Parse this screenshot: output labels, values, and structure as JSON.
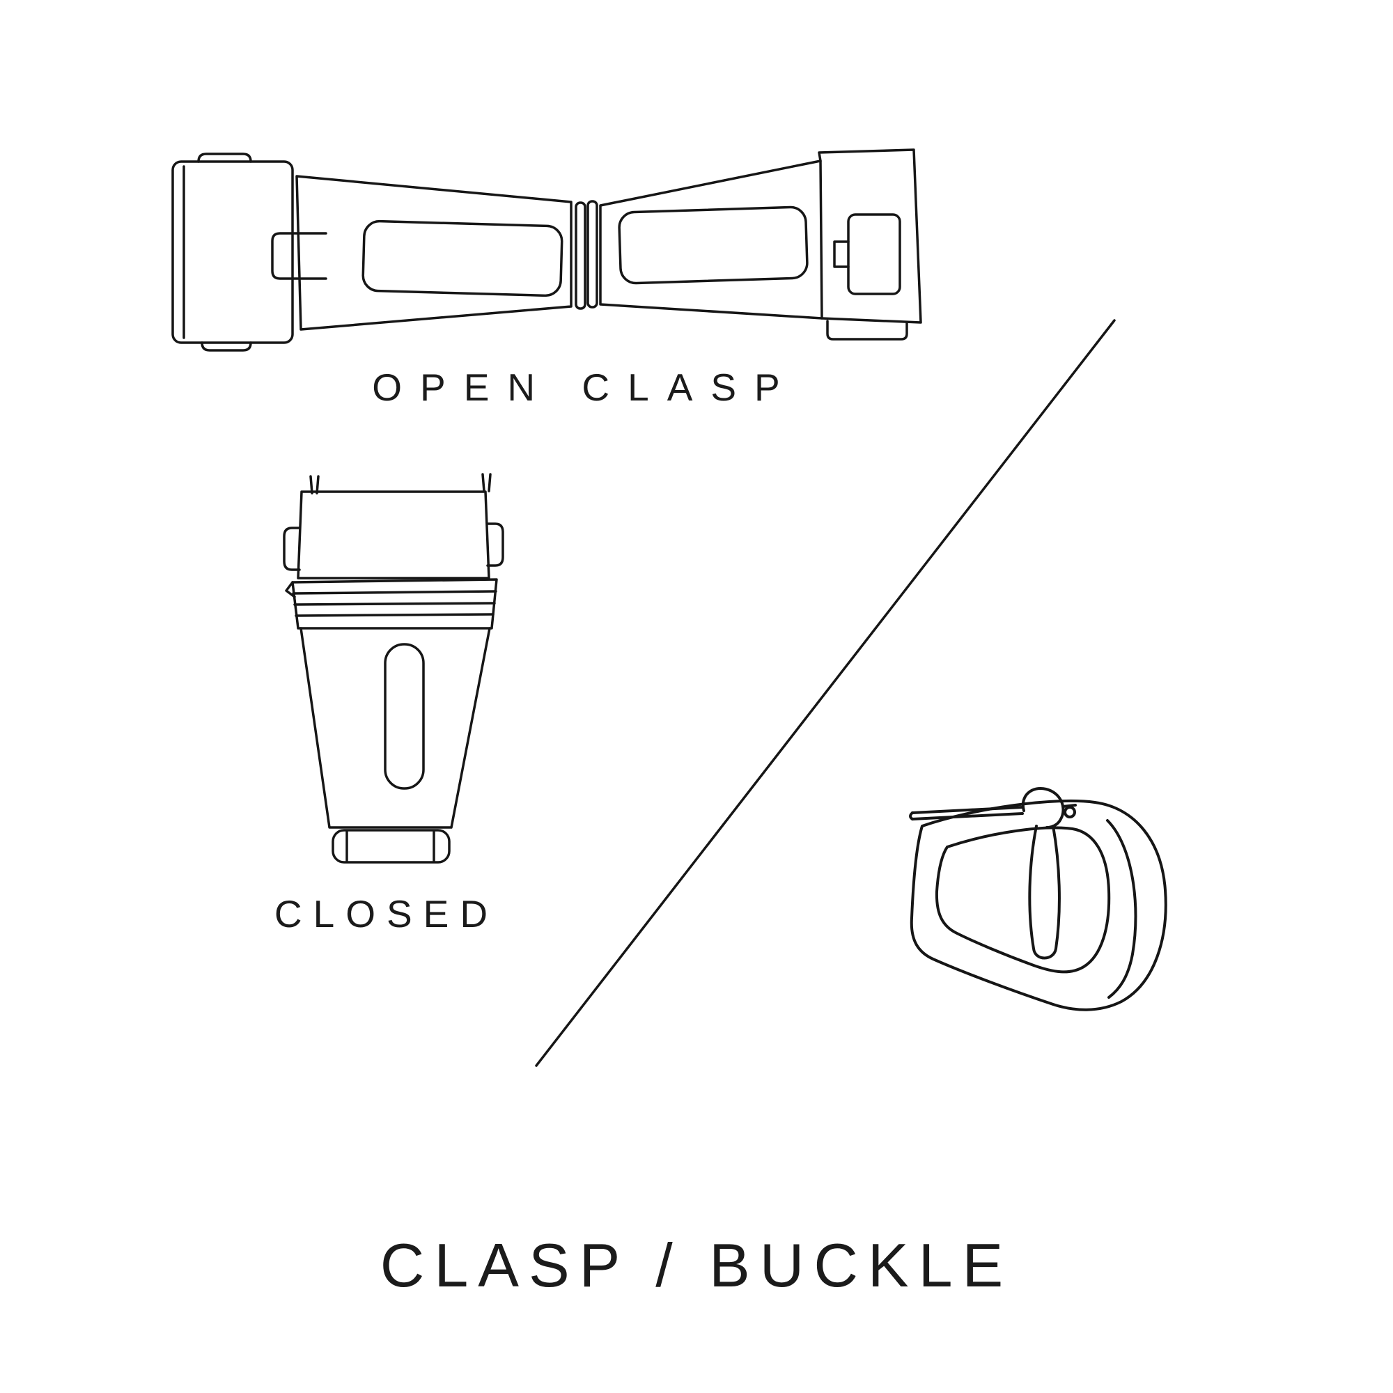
{
  "title": "CLASP / BUCKLE",
  "labels": {
    "open_clasp": "OPEN CLASP",
    "closed_clasp": "CLOSED"
  },
  "illustrations": {
    "open_clasp": "open-clasp-illustration",
    "closed_clasp": "closed-clasp-illustration",
    "buckle": "buckle-illustration",
    "divider": "diagonal-divider-line"
  },
  "colors": {
    "ink": "#161616",
    "text": "#1b1b1b",
    "background": "#ffffff"
  }
}
